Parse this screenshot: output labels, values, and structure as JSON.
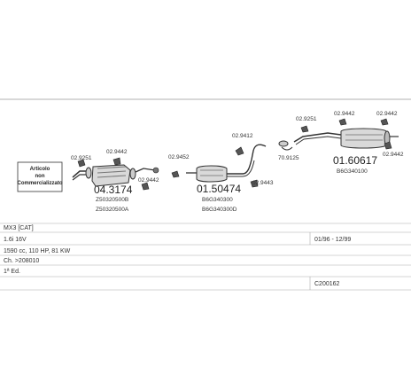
{
  "notice_box": {
    "line1": "Articolo",
    "line2": "non",
    "line3": "Commercializzato"
  },
  "parts": {
    "bracket_left": "02.9251",
    "bracket_left2": "02.9442",
    "clamp_a": "02.9452",
    "clamp_b": "02.9442",
    "cat_code": "04.3174",
    "cat_ref1": "Z50320500B",
    "cat_ref2": "Z50320500A",
    "mid_code": "01.50474",
    "mid_ref1": "B6G340300",
    "mid_ref2": "B6G340300D",
    "mid_clamp": "02.9443",
    "mid_hanger": "02.9412",
    "pipe_gasket": "70.9125",
    "rear_hanger1": "02.9251",
    "rear_hanger2": "02.9442",
    "rear_hanger3": "02.9442",
    "rear_rubber": "02.9442",
    "rear_code": "01.60617",
    "rear_ref": "B6G340100"
  },
  "table": {
    "row1_left": "MX3  [CAT]",
    "row2_left": "1.6i 16V",
    "row2_right": "01/96 - 12/99",
    "row3_left": "1590 cc, 110 HP, 81 KW",
    "row4_left": "Ch. >208010",
    "row5_left": "1ª Ed.",
    "row6_right": "C200162"
  }
}
